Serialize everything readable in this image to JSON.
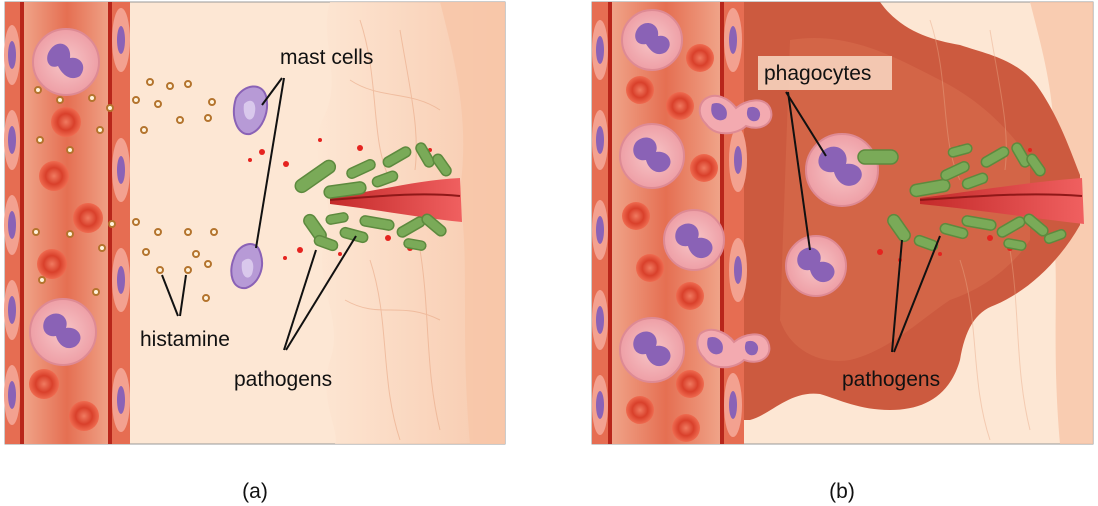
{
  "panels": [
    {
      "caption": "(a)",
      "labels": {
        "mast_cells": "mast cells",
        "histamine": "histamine",
        "pathogens": "pathogens"
      }
    },
    {
      "caption": "(b)",
      "labels": {
        "phagocytes": "phagocytes",
        "pathogens": "pathogens"
      }
    }
  ],
  "colors": {
    "tissue": "#fde3cc",
    "vessel": "#e9674a",
    "swelling": "#c44e35",
    "red_blood_cell": "#e74d35",
    "white_blood_cell": "#f3aab0",
    "nucleus": "#8a62b6",
    "pathogen": "#7aaa58",
    "histamine": "#b4742e"
  }
}
